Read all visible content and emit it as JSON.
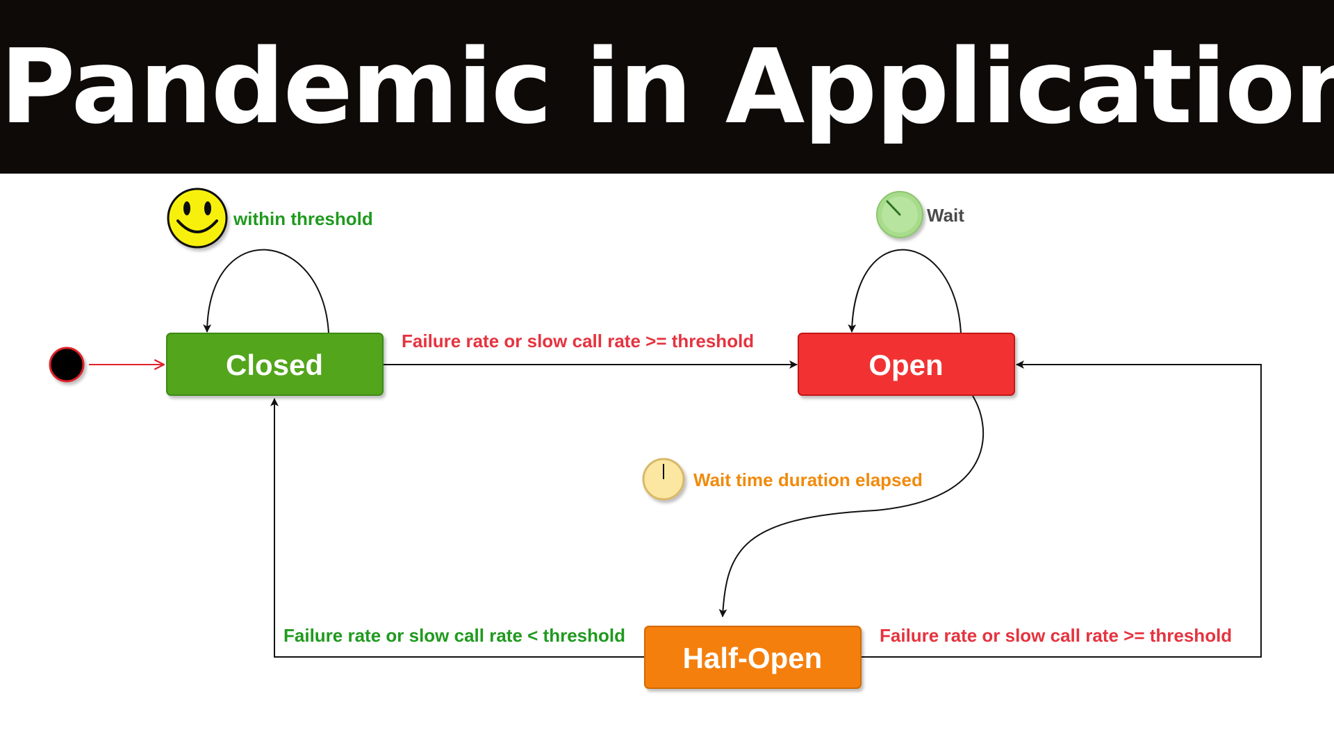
{
  "title": "Pandemic in Application",
  "colors": {
    "title_bg": "#0e0a08",
    "closed": "#52a51f",
    "open": "#f23030",
    "half_open": "#f57f07",
    "label_red": "#e5333f",
    "label_green": "#1f9a1f",
    "label_orange": "#f08a0c",
    "label_gray": "#4a4a4a",
    "smiley": "#f7f00a",
    "wait_icon": "#a8dc8c",
    "timer_icon": "#fbe7a1"
  },
  "states": {
    "closed": "Closed",
    "open": "Open",
    "half_open": "Half-Open"
  },
  "transitions": {
    "closed_self": "within threshold",
    "closed_to_open": "Failure rate or slow call rate >= threshold",
    "open_self": "Wait",
    "open_to_half_open": "Wait time duration elapsed",
    "half_open_to_closed": "Failure rate or slow call rate < threshold",
    "half_open_to_open": "Failure rate or slow call rate >= threshold"
  },
  "icons": {
    "closed_self": "smiley-face-icon",
    "open_self": "timer-dial-icon",
    "open_to_half_open": "stopwatch-icon",
    "start": "initial-state-dot"
  }
}
